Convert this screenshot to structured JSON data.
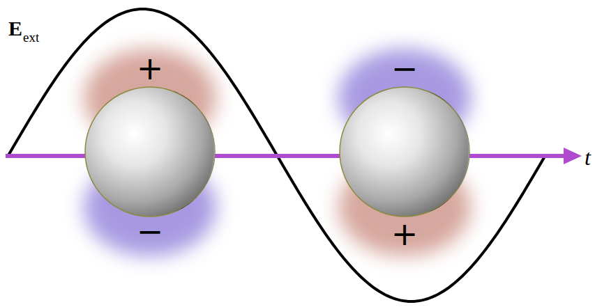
{
  "diagram": {
    "labels": [
      "E",
      "ext",
      "+",
      "−",
      "−",
      "+",
      "t"
    ]
  }
}
